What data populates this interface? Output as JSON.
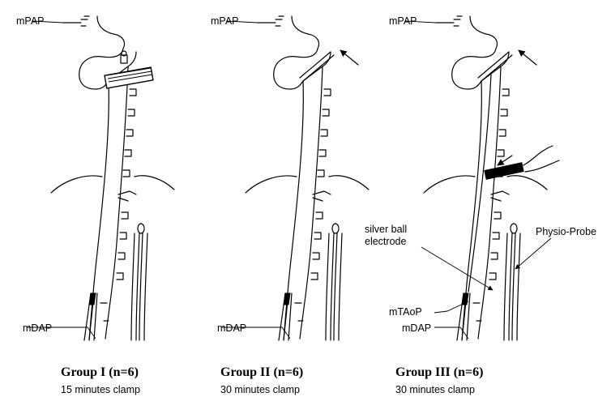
{
  "panels": [
    {
      "title": "Group I (n=6)",
      "subtitle": "15 minutes clamp",
      "label_top": "mPAP",
      "label_bottom": "mDAP"
    },
    {
      "title": "Group II (n=6)",
      "subtitle": "30 minutes clamp",
      "label_top": "mPAP",
      "label_bottom": "mDAP"
    },
    {
      "title": "Group III (n=6)",
      "subtitle": "30 minutes clamp",
      "label_top": "mPAP",
      "label_bottom": "mDAP",
      "label_mid": "mTAoP",
      "electrode_label_1": "silver ball",
      "electrode_label_2": "electrode",
      "probe_label": "Physio-Probe"
    }
  ]
}
